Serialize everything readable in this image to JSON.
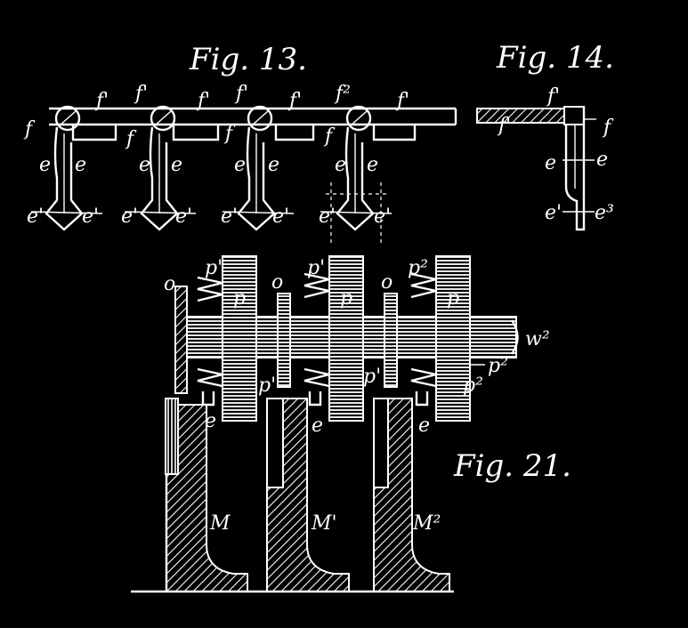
{
  "figures": {
    "fig13": {
      "title": "Fig. 13.",
      "units": [
        {
          "f_top": "f'",
          "f_side": "f",
          "e_left": "e",
          "e_right": "e",
          "e1_left": "e'",
          "e1_right": "e'"
        },
        {
          "f_top": "f'",
          "f_side": "f",
          "e_left": "e",
          "e_right": "e",
          "e1_left": "e'",
          "e1_right": "e'"
        },
        {
          "f_top": "f'",
          "f_side": "f",
          "e_left": "e",
          "e_right": "e",
          "e1_left": "e'",
          "e1_right": "e'"
        },
        {
          "f_top": "f²",
          "f_side": "f",
          "e_left": "e",
          "e_right": "e",
          "e1_left": "e'",
          "e1_right": "e'"
        }
      ],
      "bar_labels": [
        "f'",
        "f'",
        "f'",
        "f'"
      ]
    },
    "fig14": {
      "title": "Fig. 14.",
      "labels": {
        "f_prime_left": "f'",
        "f_prime_top": "f'",
        "f": "f",
        "e_left": "e",
        "e_right": "e",
        "e1_left": "e'",
        "e1_right": "e³"
      }
    },
    "fig21": {
      "title": "Fig. 21.",
      "labels": {
        "o1": "o",
        "o2": "o",
        "o3": "o",
        "p1_top": "p'",
        "p2_top": "p'",
        "p3_top": "p²",
        "p1": "p",
        "p2": "p",
        "p3": "p",
        "p1_lower": "p'",
        "p2_lower": "p'",
        "p3_lower": "p²",
        "e1": "e",
        "e2": "e",
        "e3": "e",
        "w": "w²",
        "pc": "p²",
        "M": "M",
        "M1": "M'",
        "M2": "M²"
      }
    }
  }
}
